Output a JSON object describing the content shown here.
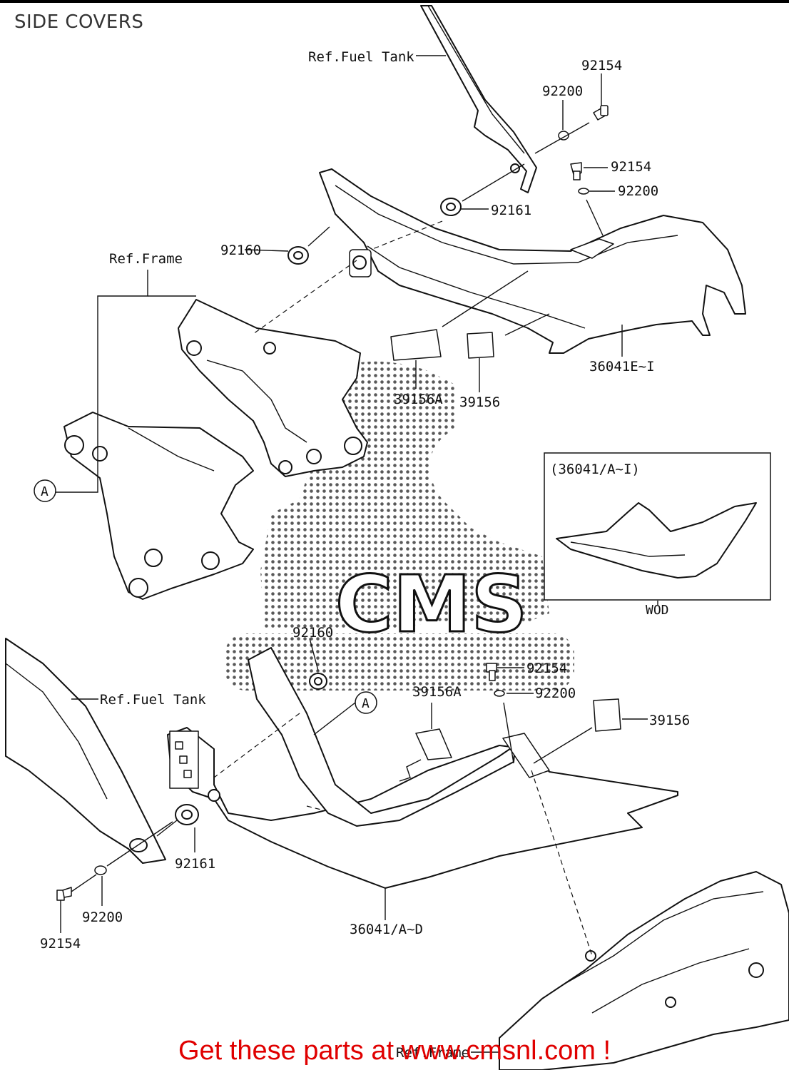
{
  "title": "SIDE COVERS",
  "footer_cta": "Get these parts at www.cmsnl.com !",
  "watermark": {
    "text": "CMS",
    "sub_text": ""
  },
  "callouts": {
    "ref_fuel_tank_top": "Ref.Fuel Tank",
    "p92154_top": "92154",
    "p92200_top": "92200",
    "p92154_mid": "92154",
    "p92200_mid": "92200",
    "p92161_top": "92161",
    "p92160_top": "92160",
    "ref_frame_top": "Ref.Frame",
    "p36041_ei": "36041E~I",
    "p39156a_top": "39156A",
    "p39156_top": "39156",
    "circle_a_left": "A",
    "inset_title": "(36041/A~I)",
    "inset_caption": "WOD",
    "p92160_bottom": "92160",
    "p92154_bottom_r": "92154",
    "p92200_bottom_r": "92200",
    "p39156a_bottom": "39156A",
    "p39156_bottom": "39156",
    "ref_fuel_tank_bottom": "Ref.Fuel Tank",
    "circle_a_bottom": "A",
    "p92161_bottom": "92161",
    "p92200_bottom_l": "92200",
    "p92154_bottom_l": "92154",
    "p36041_ad": "36041/A~D",
    "ref_frame_bottom": "Ref.Frame"
  },
  "colors": {
    "accent_cta": "#e00000",
    "title_text": "#333333",
    "line": "#111111"
  }
}
